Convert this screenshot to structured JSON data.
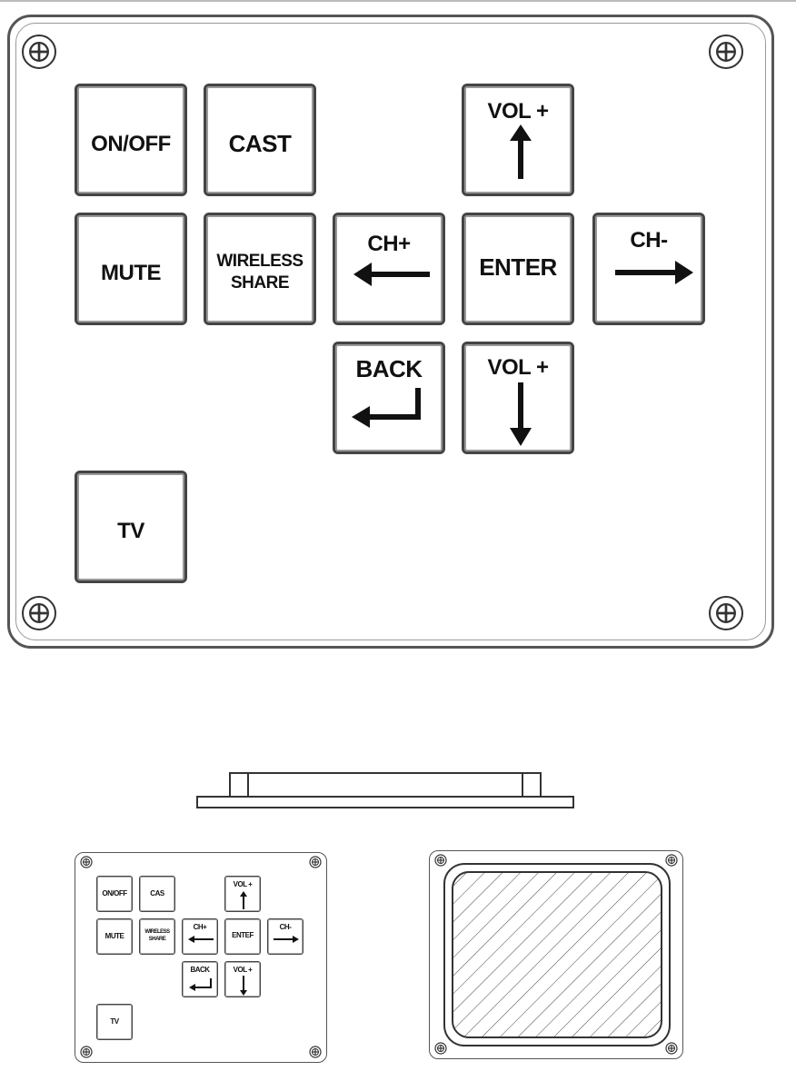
{
  "keypad": {
    "on_off": "ON/OFF",
    "cast": "CAST",
    "vol_up": "VOL +",
    "mute": "MUTE",
    "wireless_line1": "WIRELESS",
    "wireless_line2": "SHARE",
    "ch_plus": "CH+",
    "enter": "ENTER",
    "ch_minus": "CH-",
    "back": "BACK",
    "vol_down": "VOL +",
    "tv": "TV"
  },
  "thumbnail": {
    "on_off": "ON/OFF",
    "cast": "CAS",
    "vol_up": "VOL +",
    "mute": "MUTE",
    "wireless_line1": "WIRELESS",
    "wireless_line2": "SHARE",
    "ch_plus": "CH+",
    "enter": "ENTEF",
    "ch_minus": "CH-",
    "back": "BACK",
    "vol_down": "VOL +",
    "tv": "TV"
  },
  "colors": {
    "outline": "#444444",
    "label": "#111111"
  }
}
